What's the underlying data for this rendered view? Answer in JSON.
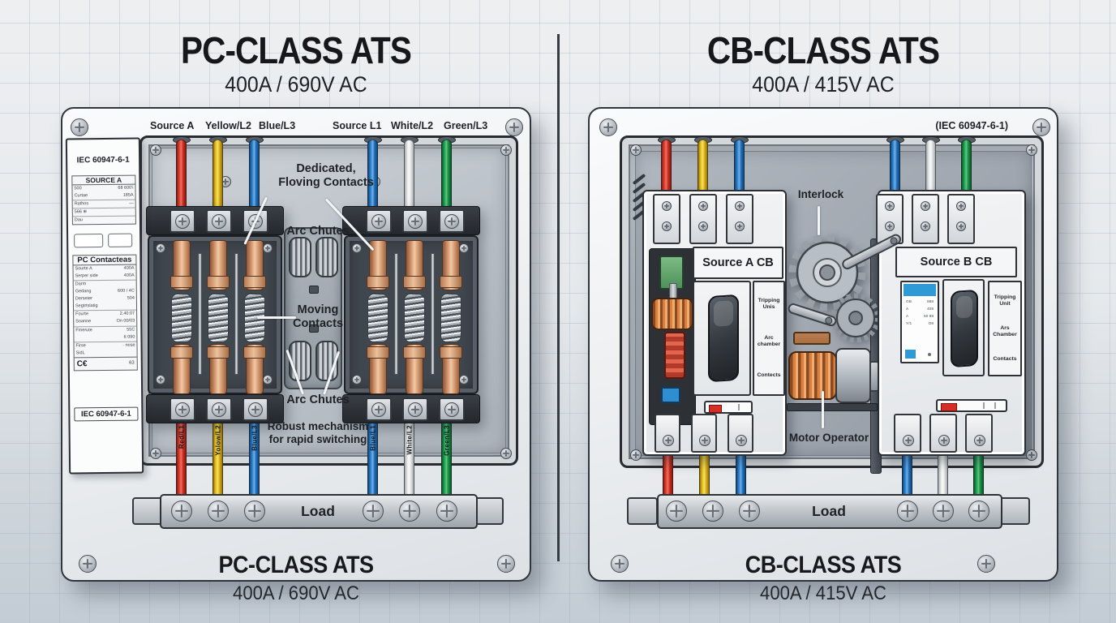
{
  "left": {
    "title": "PC-CLASS ATS",
    "subtitle": "400A / 690V AC",
    "top_labels": [
      "Source A",
      "Yellow/L2",
      "Blue/L3",
      "Source L1",
      "White/L2",
      "Green/L3"
    ],
    "spec_strip": {
      "iec_top": "IEC 60947-6-1",
      "source_table": {
        "title": "SOURCE A",
        "rows": [
          {
            "k": "500",
            "v": "68 600'i"
          },
          {
            "k": "Curtae",
            "v": "185A"
          },
          {
            "k": "Rathos",
            "v": "—"
          },
          {
            "k": "566  ⊕",
            "v": ""
          },
          {
            "k": "Dau",
            "v": ""
          }
        ]
      },
      "contactor_table": {
        "title": "PC Contacteas",
        "rows": [
          {
            "k": "Sourte A",
            "v": "400A"
          },
          {
            "k": "Serper side",
            "v": "400A"
          },
          {
            "k": "Darm",
            "v": ""
          },
          {
            "k": "Gedang",
            "v": "600 / 4C"
          },
          {
            "k": "Derseter",
            "v": "504"
          },
          {
            "k": "Segtrtslatig",
            "v": ""
          },
          {
            "k": "Fourte",
            "v": "2.40:07"
          },
          {
            "k": "Soanne",
            "v": "On 00/03"
          },
          {
            "k": "Fmerute",
            "v": "55C"
          },
          {
            "k": "",
            "v": "6 090"
          },
          {
            "k": "Firse",
            "v": "· nose"
          },
          {
            "k": "SidL",
            "v": ""
          }
        ],
        "ce_mark": "C€",
        "ce_value": "63"
      },
      "iec_bottom": "IEC 60947-6-1"
    },
    "annotations": {
      "dedicated_line1": "Dedicated,",
      "dedicated_line2": "Floving Contacts",
      "arc_chutes_top": "Arc Chutes",
      "moving_line1": "Moving",
      "moving_line2": "Contacts",
      "arc_chutes_bottom": "Arc Chutes",
      "robust_line1": "Robust mechanism",
      "robust_line2": "for rapid switching"
    },
    "wire_labels": [
      "Red/L1",
      "Yolow/L2",
      "Blue/L3",
      "Blue/L1",
      "White/L2",
      "Green/L3"
    ],
    "load_label": "Load",
    "footer_title": "PC-CLASS ATS",
    "footer_subtitle": "400A / 690V AC"
  },
  "right": {
    "title": "CB-CLASS ATS",
    "subtitle": "400A / 415V AC",
    "iec_label": "(IEC 60947-6-1)",
    "interlock_label": "Interlock",
    "breaker_a": {
      "title": "Source A CB",
      "labels": [
        "Tripping Unis",
        "Arc chamber",
        "Contects"
      ]
    },
    "breaker_b": {
      "title": "Source B CB",
      "labels": [
        "Tripping Unit",
        "Ars Chamber",
        "Contacts"
      ],
      "rating_rows": [
        {
          "k": "GB",
          "v": "888"
        },
        {
          "k": "A",
          "v": "408"
        },
        {
          "k": "A",
          "v": "50 88"
        },
        {
          "k": "Y/1",
          "v": "O8"
        }
      ]
    },
    "motor_label": "Motor Operator",
    "load_label": "Load",
    "footer_title": "CB-CLASS ATS",
    "footer_subtitle": "400A / 415V AC"
  },
  "colors": {
    "wire_red": "#d23222",
    "wire_yellow": "#ecc51e",
    "wire_blue": "#2f86d4",
    "wire_white": "#f2f3f2",
    "wire_green": "#23a855",
    "copper": "#d69a72",
    "indicator_red": "#d62e24",
    "rating_header_blue": "#2f9bd6"
  }
}
